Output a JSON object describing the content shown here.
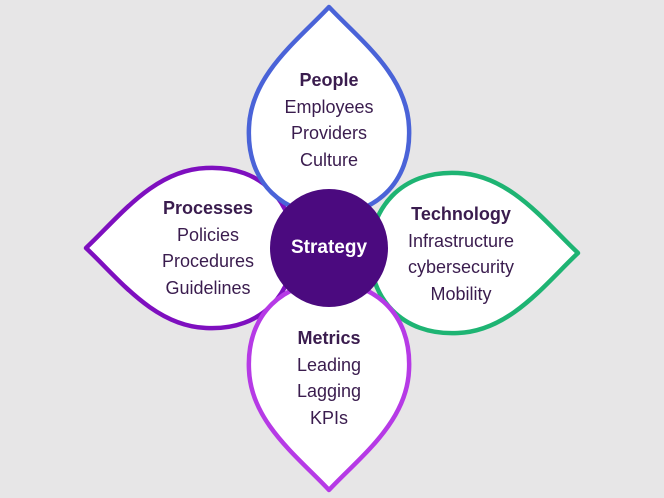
{
  "center": {
    "label": "Strategy",
    "color": "#4b0a7f"
  },
  "petals": [
    {
      "key": "people",
      "title": "People",
      "items": [
        "Employees",
        "Providers",
        "Culture"
      ],
      "color": "#4a63d8"
    },
    {
      "key": "technology",
      "title": "Technology",
      "items": [
        "Infrastructure",
        "cybersecurity",
        "Mobility"
      ],
      "color": "#1eb473"
    },
    {
      "key": "metrics",
      "title": "Metrics",
      "items": [
        "Leading",
        "Lagging",
        "KPIs"
      ],
      "color": "#b63ae6"
    },
    {
      "key": "processes",
      "title": "Processes",
      "items": [
        "Policies",
        "Procedures",
        "Guidelines"
      ],
      "color": "#7e0fbf"
    }
  ]
}
